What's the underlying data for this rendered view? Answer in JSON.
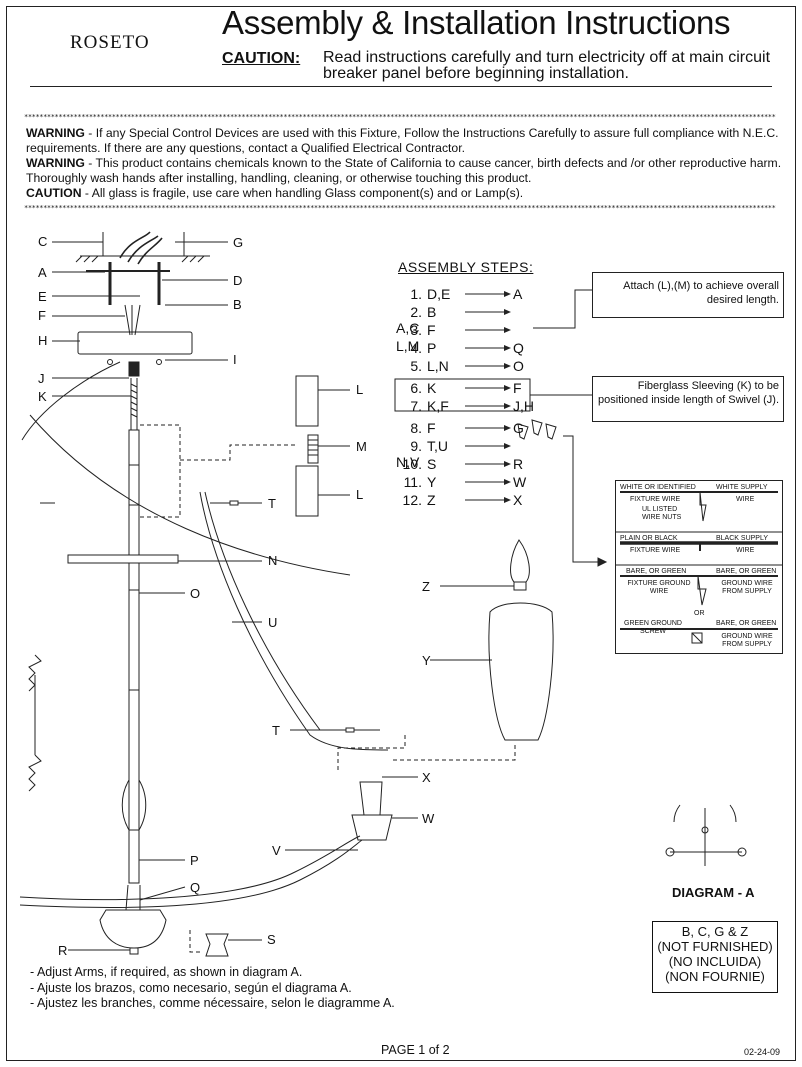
{
  "header": {
    "brand": "ROSETO",
    "title": "Assembly & Installation Instructions",
    "caution_label": "CAUTION:",
    "caution_text": "Read instructions carefully and turn electricity off at main circuit breaker panel before beginning installation."
  },
  "warnings": {
    "stars": "**************************************************************************************************************************************************************************************************************************************************",
    "w1_label": "WARNING",
    "w1_text": " - If any Special Control Devices are used with this Fixture, Follow the Instructions Carefully to assure full compliance with N.E.C. requirements. If there are any questions, contact a Qualified Electrical Contractor.",
    "w2_label": "WARNING",
    "w2_text": " - This product contains chemicals known to the State of California to cause cancer, birth defects and /or other reproductive harm. Thoroughly wash hands after installing, handling, cleaning, or otherwise touching this product.",
    "c_label": "CAUTION",
    "c_text": " - All glass is fragile, use care when handling Glass component(s) and or Lamp(s)."
  },
  "parts": {
    "C": "C",
    "G": "G",
    "A": "A",
    "D": "D",
    "E": "E",
    "B": "B",
    "F": "F",
    "H": "H",
    "I": "I",
    "J": "J",
    "K": "K",
    "L1": "L",
    "M": "M",
    "L2": "L",
    "T1": "T",
    "N": "N",
    "O": "O",
    "U": "U",
    "Z": "Z",
    "Y": "Y",
    "T2": "T",
    "X": "X",
    "W": "W",
    "V": "V",
    "P": "P",
    "Q": "Q",
    "R": "R",
    "S": "S"
  },
  "assembly": {
    "title": "ASSEMBLY STEPS:",
    "steps": [
      {
        "num": "1.",
        "from": "D,E",
        "to": "A"
      },
      {
        "num": "2.",
        "from": "B",
        "to": "A,C"
      },
      {
        "num": "3.",
        "from": "F",
        "to": "L,M"
      },
      {
        "num": "4.",
        "from": "P",
        "to": "Q"
      },
      {
        "num": "5.",
        "from": "L,N",
        "to": "O"
      },
      {
        "num": "6.",
        "from": "K",
        "to": "F"
      },
      {
        "num": "7.",
        "from": "K,F",
        "to": "J,H"
      },
      {
        "num": "8.",
        "from": "F",
        "to": "G"
      },
      {
        "num": "9.",
        "from": "T,U",
        "to": "N,V"
      },
      {
        "num": "10.",
        "from": "S",
        "to": "R"
      },
      {
        "num": "11.",
        "from": "Y",
        "to": "W"
      },
      {
        "num": "12.",
        "from": "Z",
        "to": "X"
      }
    ],
    "note1": "Attach (L),(M) to achieve overall desired length.",
    "note2": "Fiberglass Sleeving (K) to be positioned inside length of Swivel (J)."
  },
  "wiring": {
    "r1_left": "WHITE OR IDENTIFIED",
    "r1_right": "WHITE SUPPLY",
    "r1_left2": "FIXTURE WIRE",
    "r1_right2": "WIRE",
    "nuts": "UL LISTED WIRE NUTS",
    "r2_left": "PLAIN OR BLACK",
    "r2_right": "BLACK SUPPLY",
    "r2_left2": "FIXTURE WIRE",
    "r2_right2": "WIRE",
    "r3_left": "BARE, OR GREEN",
    "r3_right": "BARE, OR GREEN",
    "r3_left2": "FIXTURE GROUND WIRE",
    "r3_right2": "GROUND WIRE FROM SUPPLY",
    "or": "OR",
    "r4_left": "GREEN GROUND SCREW",
    "r4_right": "BARE, OR GREEN",
    "r4_right2": "GROUND WIRE FROM SUPPLY"
  },
  "diagram_a": "DIAGRAM - A",
  "not_furnished": [
    "B, C, G & Z",
    "(NOT FURNISHED)",
    "(NO INCLUIDA)",
    "(NON FOURNIE)"
  ],
  "notes": [
    "- Adjust Arms, if required, as shown in diagram A.",
    "- Ajuste los brazos, como necesario, según el diagrama A.",
    "- Ajustez les branches, comme nécessaire, selon le diagramme A."
  ],
  "footer": {
    "page": "PAGE 1 of 2",
    "date": "02-24-09"
  }
}
